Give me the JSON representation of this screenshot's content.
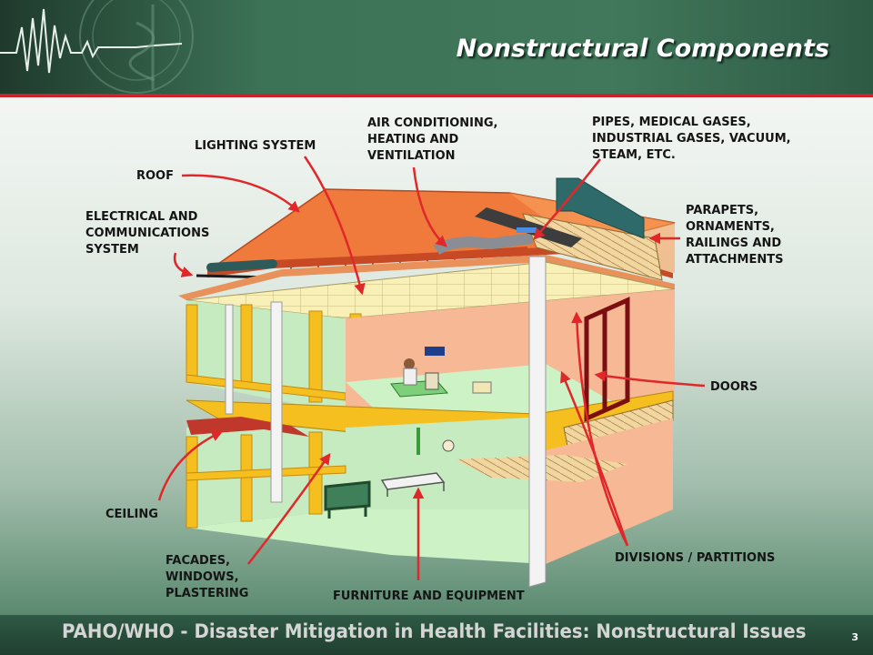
{
  "slide": {
    "title": "Nonstructural Components",
    "footer": "PAHO/WHO - Disaster Mitigation in Health Facilities: Nonstructural Issues",
    "page_number": "3"
  },
  "labels": {
    "roof": "ROOF",
    "lighting": "LIGHTING SYSTEM",
    "hvac": [
      "AIR CONDITIONING,",
      "HEATING AND",
      "VENTILATION"
    ],
    "pipes": [
      "PIPES, MEDICAL GASES,",
      "INDUSTRIAL GASES, VACUUM,",
      "STEAM, ETC."
    ],
    "electrical": [
      "ELECTRICAL AND",
      "COMMUNICATIONS",
      "SYSTEM"
    ],
    "parapets": [
      "PARAPETS,",
      "ORNAMENTS,",
      "RAILINGS AND",
      "ATTACHMENTS"
    ],
    "doors": "DOORS",
    "ceiling": "CEILING",
    "facades": [
      "FACADES,",
      "WINDOWS,",
      "PLASTERING"
    ],
    "furniture": "FURNITURE AND EQUIPMENT",
    "divisions": "DIVISIONS / PARTITIONS"
  },
  "colors": {
    "arrow": "#e0282b",
    "roof": "#f07a3c",
    "wall_interior": "#f7b896",
    "floor": "#ccf2c5",
    "frame": "#f5bf1f",
    "ceiling_tiles": "#f8f0b6",
    "header_rule": "#c9242b"
  }
}
